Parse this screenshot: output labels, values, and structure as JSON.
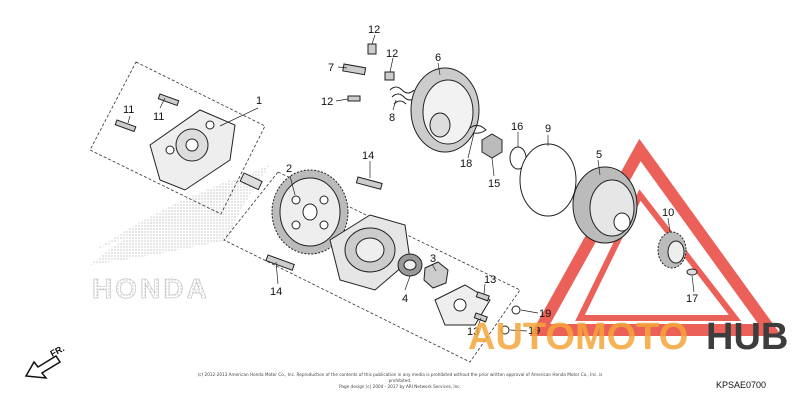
{
  "callouts": [
    "1",
    "2",
    "3",
    "4",
    "5",
    "6",
    "7",
    "8",
    "9",
    "10",
    "11",
    "12",
    "13",
    "14",
    "15",
    "16",
    "17",
    "18",
    "19"
  ],
  "brand_text": "HONDA",
  "watermark": {
    "text_orange": "AUTOMOTO",
    "text_dark": "HUB"
  },
  "direction_label": "FR.",
  "diagram_code": "KPSAE0700",
  "copyright": {
    "line1": "(c) 2012-2013 American Honda Motor Co., Inc. Reproduction of the contents of this publication in any media is prohibited without the prior written approval of American Honda Motor Co., Inc. is prohibited.",
    "line2": "Page design (c) 2004 - 2017 by ARI Network Services, Inc."
  },
  "colors": {
    "watermark_orange": "#f5a53a",
    "watermark_dark": "#3d3d3d",
    "logo_red": "#e8453c"
  }
}
